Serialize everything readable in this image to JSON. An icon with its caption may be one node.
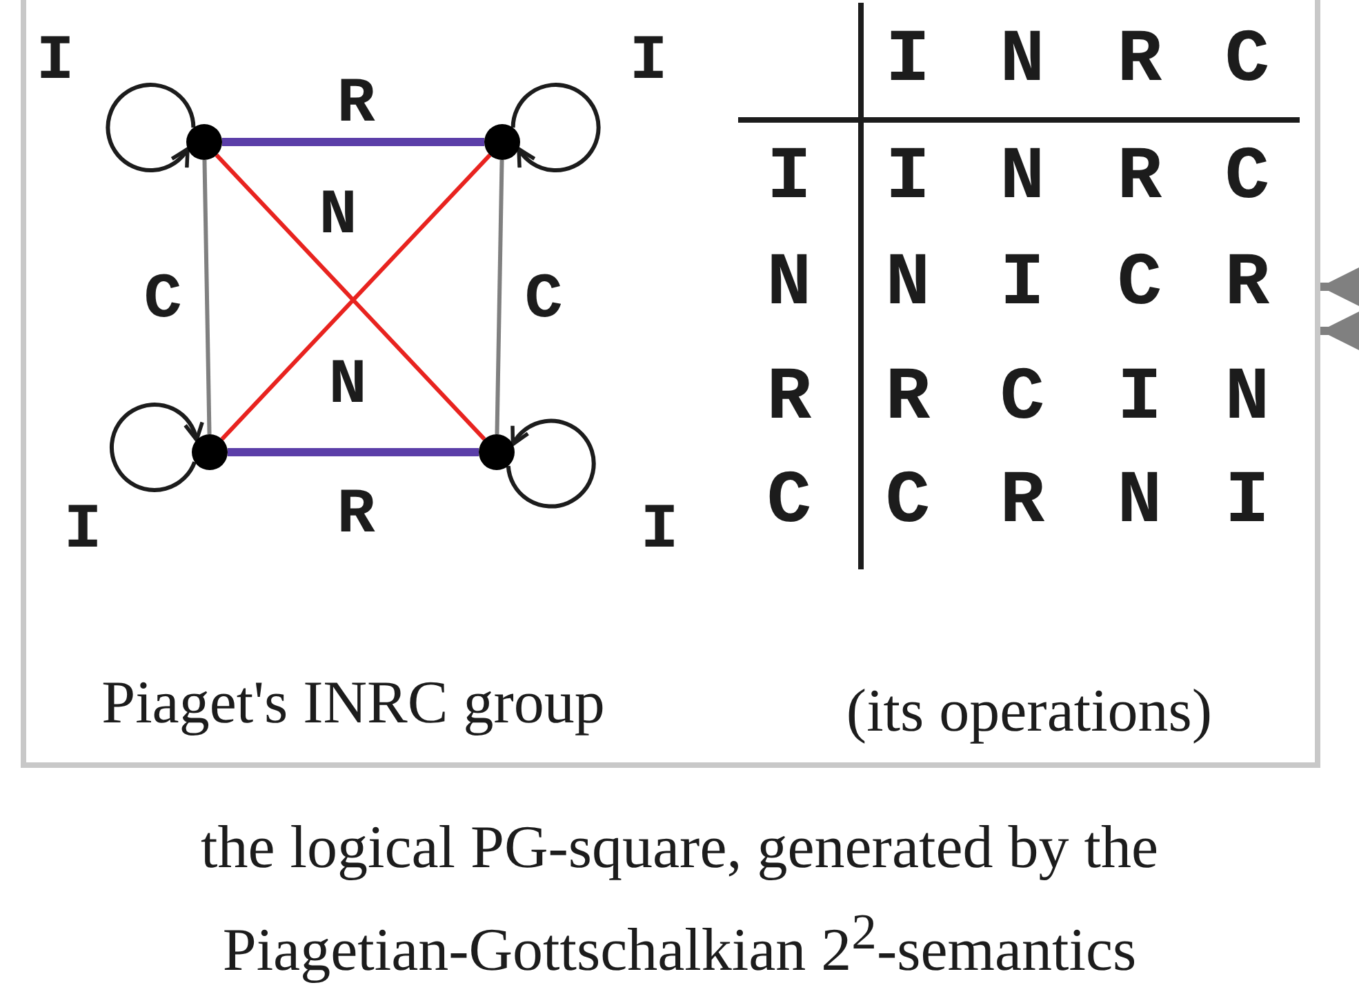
{
  "diagram": {
    "caption": "the logical PG-square, generated by the Piagetian-Gottschalkian 2$^{2}$-semantics",
    "nodes": [
      {
        "text": [
          "Piaget's INRC group",
          "(its operations)"
        ]
      },
      {
        "text": [],
        "shape": "circle",
        "in": 0
      },
      {
        "text": [],
        "shape": "circle",
        "in": 0
      },
      {
        "text": [],
        "shape": "circle",
        "in": 0
      },
      {
        "text": [],
        "shape": "circle",
        "in": 0
      }
    ],
    "edges": [
      {
        "from": 1,
        "to": 2,
        "arrow": "none",
        "label": "R",
        "style": "thick",
        "color": "#5b3ea8"
      },
      {
        "from": 1,
        "to": 3,
        "arrow": "none",
        "label": "C",
        "color": "#808080"
      },
      {
        "from": 2,
        "to": 4,
        "arrow": "none",
        "label": "C",
        "color": "#808080"
      },
      {
        "from": 1,
        "to": 4,
        "arrow": "none",
        "label": "N",
        "color": "#e8231f"
      },
      {
        "from": 3,
        "to": 2,
        "arrow": "none",
        "label": "N",
        "color": "#e8231f"
      },
      {
        "from": 3,
        "to": 4,
        "arrow": "none",
        "label": "R",
        "style": "thick",
        "color": "#5b3ea8"
      },
      {
        "from": 1,
        "to": 1,
        "arrow": "to",
        "label": "I",
        "color": "#1c1c1c"
      },
      {
        "from": 2,
        "to": 2,
        "arrow": "to",
        "label": "I",
        "color": "#1c1c1c"
      },
      {
        "from": 3,
        "to": 3,
        "arrow": "to",
        "label": "I",
        "color": "#1c1c1c"
      },
      {
        "from": 4,
        "to": 4,
        "arrow": "to",
        "label": "I",
        "color": "#1c1c1c"
      },
      {
        "from": null,
        "to": 0,
        "arrow": "to",
        "style": "thick",
        "color": "#808080"
      },
      {
        "from": null,
        "to": 0,
        "arrow": "to",
        "style": "thick",
        "color": "#808080"
      }
    ],
    "labels": [
      "I",
      "N",
      "R",
      "C",
      "I",
      "I",
      "N",
      "R",
      "C",
      "N",
      "N",
      "I",
      "C",
      "R",
      "R",
      "R",
      "C",
      "I",
      "N",
      "C",
      "C",
      "R",
      "N",
      "I"
    ]
  }
}
